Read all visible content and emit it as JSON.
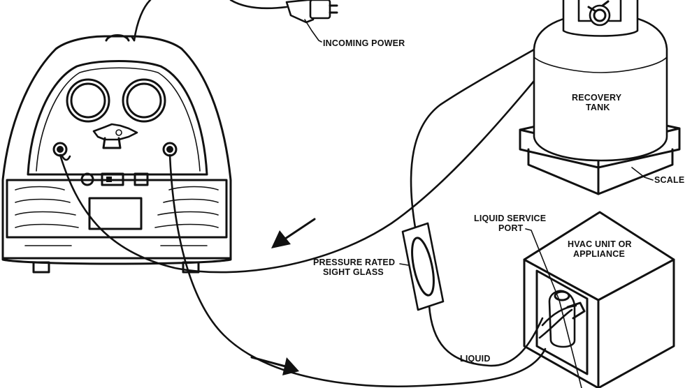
{
  "labels": {
    "incoming_power": "INCOMING POWER",
    "recovery_tank_line1": "RECOVERY",
    "recovery_tank_line2": "TANK",
    "scale": "SCALE",
    "liquid_service_port_line1": "LIQUID SERVICE",
    "liquid_service_port_line2": "PORT",
    "hvac_unit_line1": "HVAC UNIT OR",
    "hvac_unit_line2": "APPLIANCE",
    "sight_glass_line1": "PRESSURE RATED",
    "sight_glass_line2": "SIGHT GLASS",
    "liquid": "LIQUID"
  },
  "icons": {
    "recovery_machine": "recovery-machine-icon",
    "power_plug": "power-plug-icon",
    "recovery_tank": "recovery-tank-icon",
    "scale": "scale-icon",
    "hvac_unit": "hvac-unit-icon",
    "sight_glass": "sight-glass-icon",
    "flow_arrow": "flow-arrow-icon"
  },
  "colors": {
    "ink": "#111111",
    "background": "#ffffff"
  }
}
